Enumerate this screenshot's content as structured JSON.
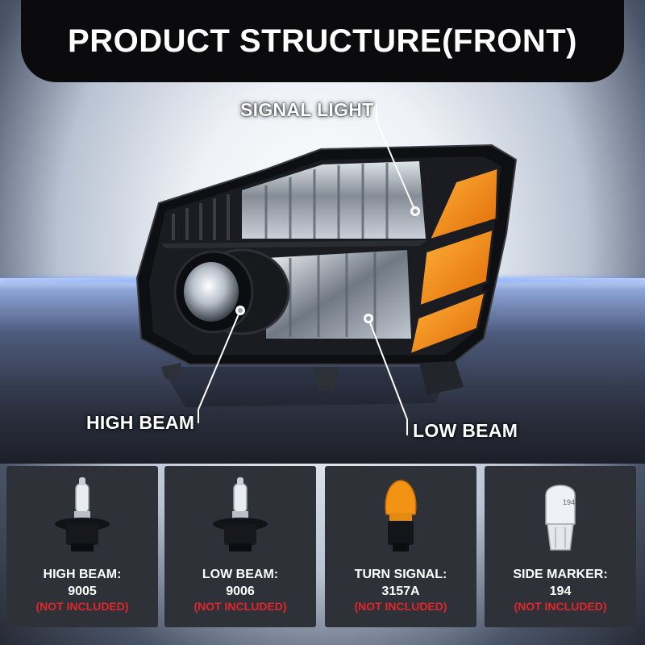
{
  "header": {
    "title": "PRODUCT STRUCTURE(FRONT)"
  },
  "callouts": {
    "signal_light": "SIGNAL LIGHT",
    "high_beam": "HIGH BEAM",
    "low_beam": "LOW BEAM"
  },
  "bulbs": [
    {
      "label": "HIGH BEAM:",
      "model": "9005",
      "note": "(NOT INCLUDED)",
      "icon": "halogen-bulb-icon"
    },
    {
      "label": "LOW BEAM:",
      "model": "9006",
      "note": "(NOT INCLUDED)",
      "icon": "halogen-bulb-icon"
    },
    {
      "label": "TURN SIGNAL:",
      "model": "3157A",
      "note": "(NOT INCLUDED)",
      "icon": "amber-bulb-icon"
    },
    {
      "label": "SIDE MARKER:",
      "model": "194",
      "note": "(NOT INCLUDED)",
      "icon": "wedge-bulb-icon",
      "print": "194"
    }
  ],
  "colors": {
    "amber": "#f08a10",
    "note_red": "#e0262a",
    "card_bg": "#2f3138",
    "banner_bg": "#0b0b0e"
  }
}
